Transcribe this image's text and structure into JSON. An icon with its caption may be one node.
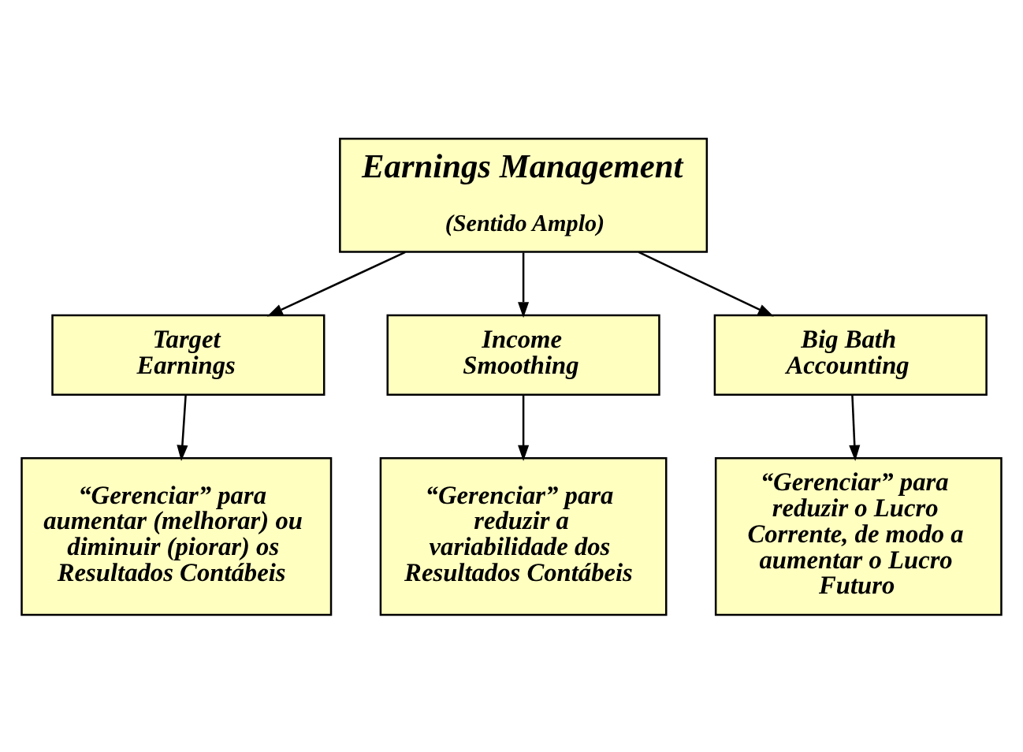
{
  "diagram": {
    "nodes": [
      {
        "text": [
          "Earnings Management",
          "(Sentido Amplo)"
        ]
      },
      {
        "text": [
          "Target Earnings"
        ]
      },
      {
        "text": [
          "Income Smoothing"
        ]
      },
      {
        "text": [
          "Big Bath Accounting"
        ]
      },
      {
        "text": [
          "“Gerenciar” para aumentar (melhorar) ou diminuir (piorar) os Resultados Contábeis"
        ]
      },
      {
        "text": [
          "“Gerenciar” para reduzir a variabilidade dos Resultados Contábeis"
        ]
      },
      {
        "text": [
          "“Gerenciar” para reduzir o Lucro Corrente, de modo a aumentar o Lucro Futuro"
        ]
      }
    ],
    "edges": [
      {
        "from": 0,
        "to": 1,
        "arrow": "to"
      },
      {
        "from": 0,
        "to": 2,
        "arrow": "to"
      },
      {
        "from": 0,
        "to": 3,
        "arrow": "to"
      },
      {
        "from": 1,
        "to": 4,
        "arrow": "to"
      },
      {
        "from": 2,
        "to": 5,
        "arrow": "to"
      },
      {
        "from": 3,
        "to": 6,
        "arrow": "to"
      }
    ]
  }
}
